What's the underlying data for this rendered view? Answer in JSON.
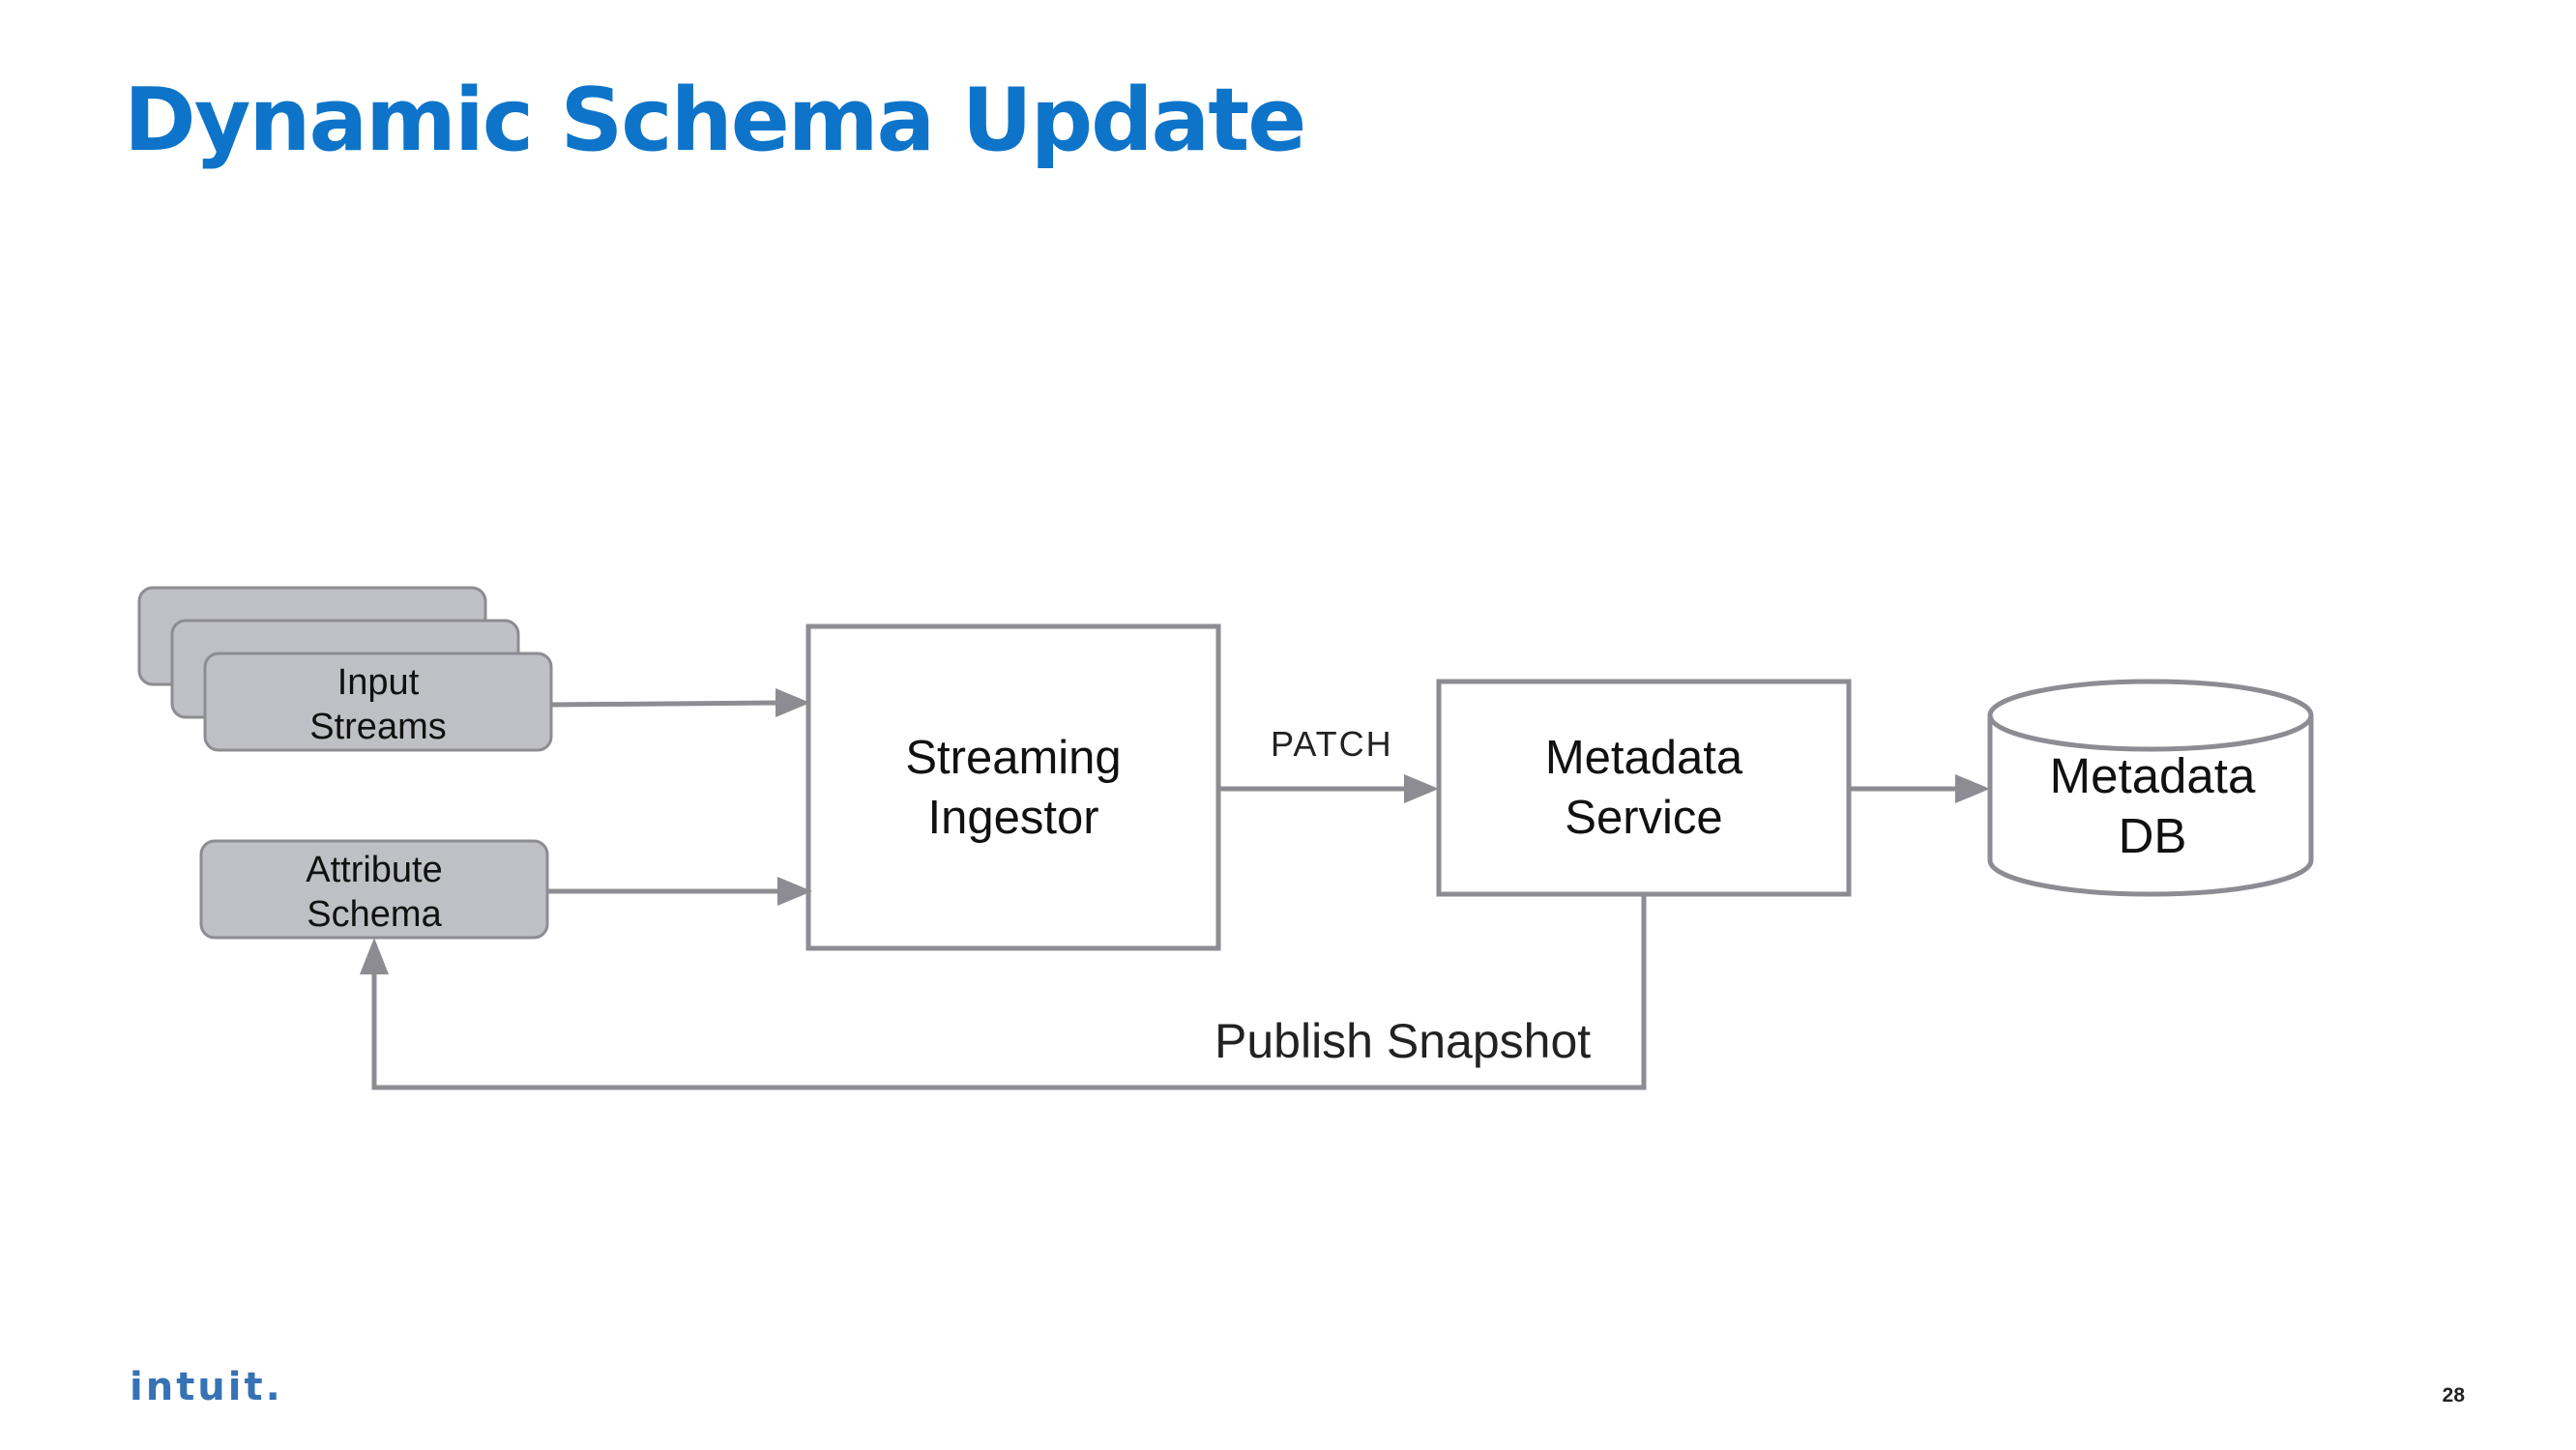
{
  "slide": {
    "title": "Dynamic Schema Update",
    "brand": "intuit.",
    "page_number": "28"
  },
  "diagram": {
    "nodes": {
      "input_streams": {
        "line1": "Input",
        "line2": "Streams"
      },
      "attribute_schema": {
        "line1": "Attribute",
        "line2": "Schema"
      },
      "streaming_ingestor": {
        "line1": "Streaming",
        "line2": "Ingestor"
      },
      "metadata_service": {
        "line1": "Metadata",
        "line2": "Service"
      },
      "metadata_db": {
        "line1": "Metadata",
        "line2": "DB"
      }
    },
    "edges": {
      "patch_label": "PATCH",
      "publish_snapshot_label": "Publish Snapshot"
    }
  },
  "colors": {
    "title": "#0d74c9",
    "box_stroke": "#8c8c92",
    "stream_fill": "#bfc0c5",
    "brand": "#3673b5"
  }
}
